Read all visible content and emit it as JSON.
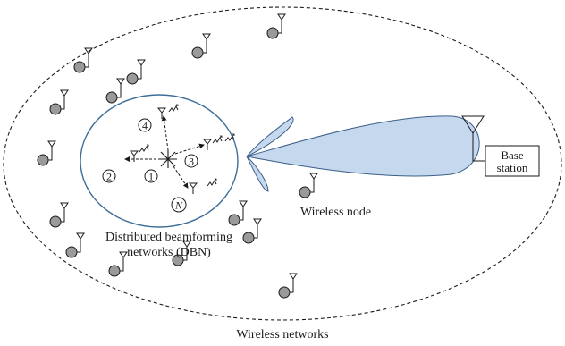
{
  "labels": {
    "dbn_line1": "Distributed beamforming",
    "dbn_line2": "networks (DBN)",
    "wireless_node": "Wireless node",
    "base_station_line1": "Base",
    "base_station_line2": "station",
    "wireless_networks": "Wireless networks"
  },
  "node_numbers": [
    "1",
    "2",
    "3",
    "4",
    "N"
  ],
  "colors": {
    "outline": "#1a1a1a",
    "dbn_circle": "#3d6e99",
    "beam_fill": "#c6d8ee",
    "beam_stroke": "#3a5f8a",
    "node_fill": "#9a9a9a"
  }
}
